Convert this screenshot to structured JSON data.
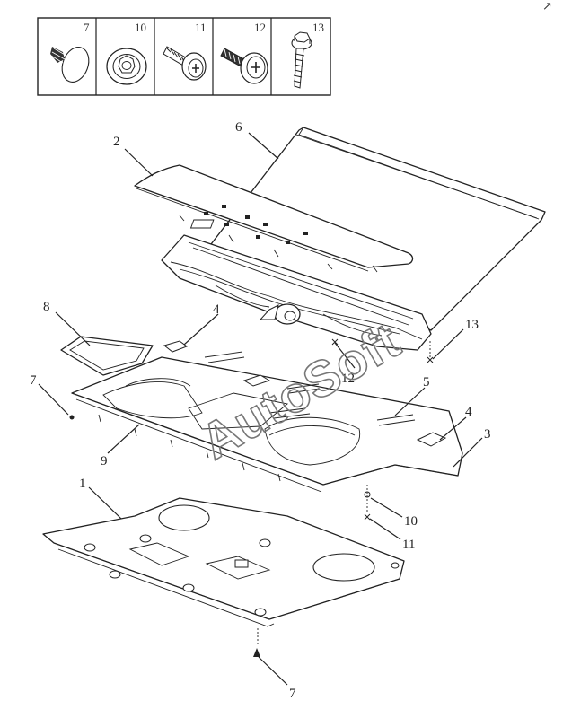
{
  "header": {
    "hardware_items": [
      {
        "number": "7",
        "icon": "push-clip-icon"
      },
      {
        "number": "10",
        "icon": "washer-icon"
      },
      {
        "number": "11",
        "icon": "phillips-screw-icon"
      },
      {
        "number": "12",
        "icon": "phillips-flange-screw-icon"
      },
      {
        "number": "13",
        "icon": "hex-flange-bolt-icon"
      }
    ]
  },
  "callouts": {
    "c1": "1",
    "c2": "2",
    "c3": "3",
    "c4a": "4",
    "c4b": "4",
    "c5": "5",
    "c6": "6",
    "c7a": "7",
    "c7b": "7",
    "c8": "8",
    "c9": "9",
    "c10": "10",
    "c11": "11",
    "c12": "12",
    "c13": "13"
  },
  "corner_mark": "↗",
  "watermark": "AutoSoft"
}
